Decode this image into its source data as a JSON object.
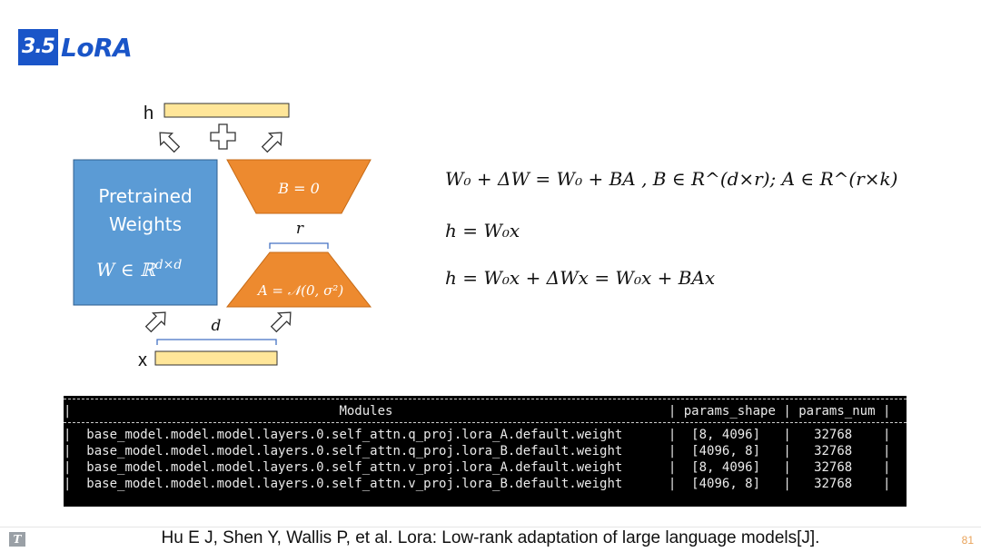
{
  "title": {
    "number": "3.5",
    "text": "LoRA"
  },
  "diagram": {
    "h_label": "h",
    "x_label": "x",
    "pretrained_line1": "Pretrained",
    "pretrained_line2": "Weights",
    "w_formula": "W ∈ ℝ",
    "w_sup": "d×d",
    "b_formula": "B = 0",
    "a_formula": "A = 𝒩(0, σ²)",
    "r_label": "r",
    "d_label": "d",
    "colors": {
      "blue": "#5b9bd5",
      "orange": "#ed8a2f",
      "yellow": "#ffe699",
      "bracket": "#4472c4"
    }
  },
  "equations": {
    "eq1": "W₀ + ΔW = W₀ + BA ,   B ∈ R^(d×r); A ∈ R^(r×k)",
    "eq2": "h = W₀x",
    "eq3": "h = W₀x + ΔWx = W₀x + BAx"
  },
  "terminal": {
    "headers": [
      "Modules",
      "params_shape",
      "params_num"
    ],
    "rows": [
      [
        "base_model.model.model.layers.0.self_attn.q_proj.lora_A.default.weight",
        "[8, 4096]",
        "32768"
      ],
      [
        "base_model.model.model.layers.0.self_attn.q_proj.lora_B.default.weight",
        "[4096, 8]",
        "32768"
      ],
      [
        "base_model.model.model.layers.0.self_attn.v_proj.lora_A.default.weight",
        "[8, 4096]",
        "32768"
      ],
      [
        "base_model.model.model.layers.0.self_attn.v_proj.lora_B.default.weight",
        "[4096, 8]",
        "32768"
      ]
    ]
  },
  "footer": {
    "reference": "Hu E J, Shen Y, Wallis P, et al. Lora: Low-rank adaptation of large language models[J].",
    "page_number": "81"
  }
}
